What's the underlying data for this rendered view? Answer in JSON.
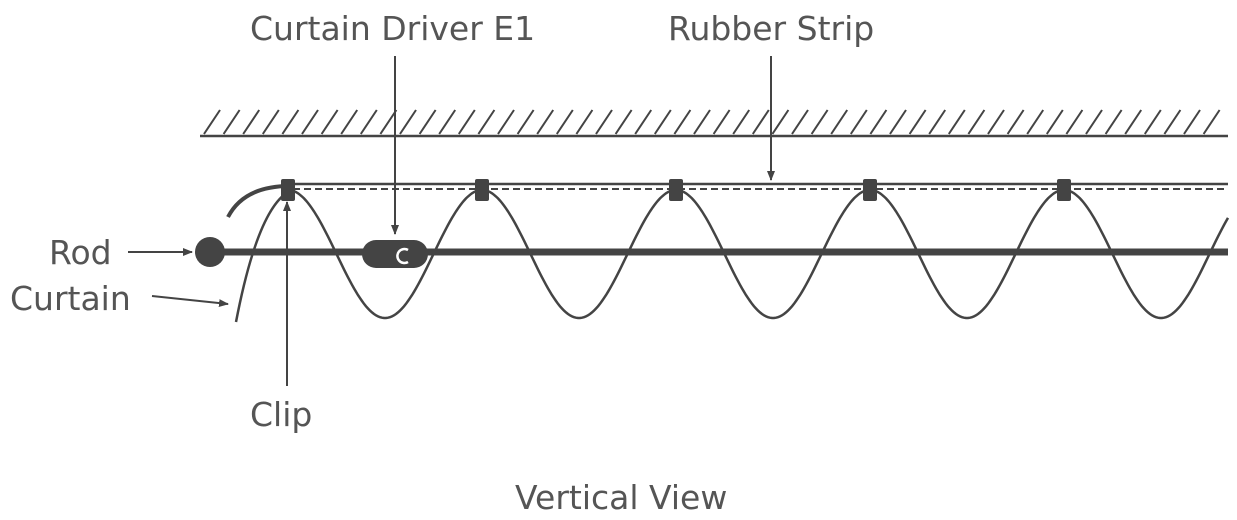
{
  "labels": {
    "curtain_driver": "Curtain Driver E1",
    "rubber_strip": "Rubber Strip",
    "rod": "Rod",
    "curtain": "Curtain",
    "clip": "Clip",
    "view_caption": "Vertical View"
  },
  "diagram": {
    "clip_count": 5,
    "colors": {
      "line": "#444444",
      "text": "#555555",
      "background": "#ffffff"
    }
  }
}
